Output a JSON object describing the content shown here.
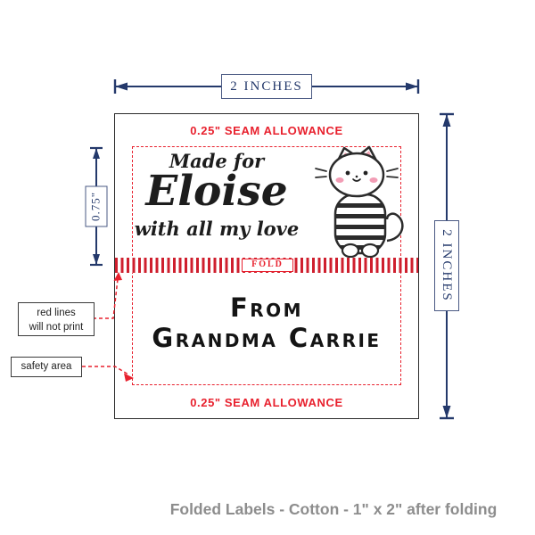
{
  "diagram": {
    "caption": "Folded Labels - Cotton - 1\" x 2\" after folding",
    "dimensions": {
      "top": "2 INCHES",
      "right": "2 INCHES",
      "left": "0.75\""
    },
    "label": {
      "seam_top": "0.25\" SEAM ALLOWANCE",
      "seam_bottom": "0.25\" SEAM ALLOWANCE",
      "made_for": "Made for",
      "name": "Eloise",
      "tagline": "with all my love",
      "fold": "FOLD",
      "from_word": "From",
      "from_name": "Grandma Carrie"
    },
    "callouts": {
      "red_lines_line1": "red lines",
      "red_lines_line2": "will not print",
      "safety_area": "safety area"
    },
    "colors": {
      "navy": "#24396b",
      "red": "#e8212e",
      "caption_gray": "#8d8d8d"
    }
  }
}
